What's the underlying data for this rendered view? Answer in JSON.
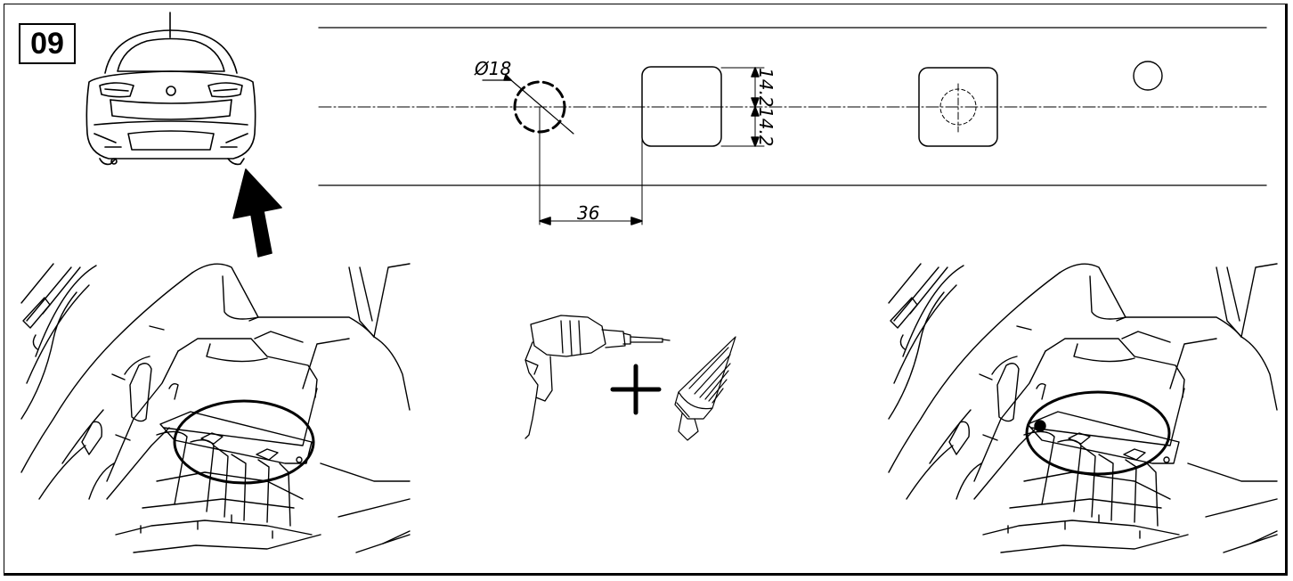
{
  "step": {
    "number": "09"
  },
  "dimensions": {
    "hole_diameter": "Ø18",
    "offset": "36",
    "half_height_top": "14.2",
    "half_height_bottom": "14.2"
  },
  "colors": {
    "ink": "#000000",
    "paper": "#ffffff"
  },
  "icons": [
    "car-rear-view",
    "arrow-up",
    "drill",
    "plus",
    "step-drill-bit"
  ]
}
